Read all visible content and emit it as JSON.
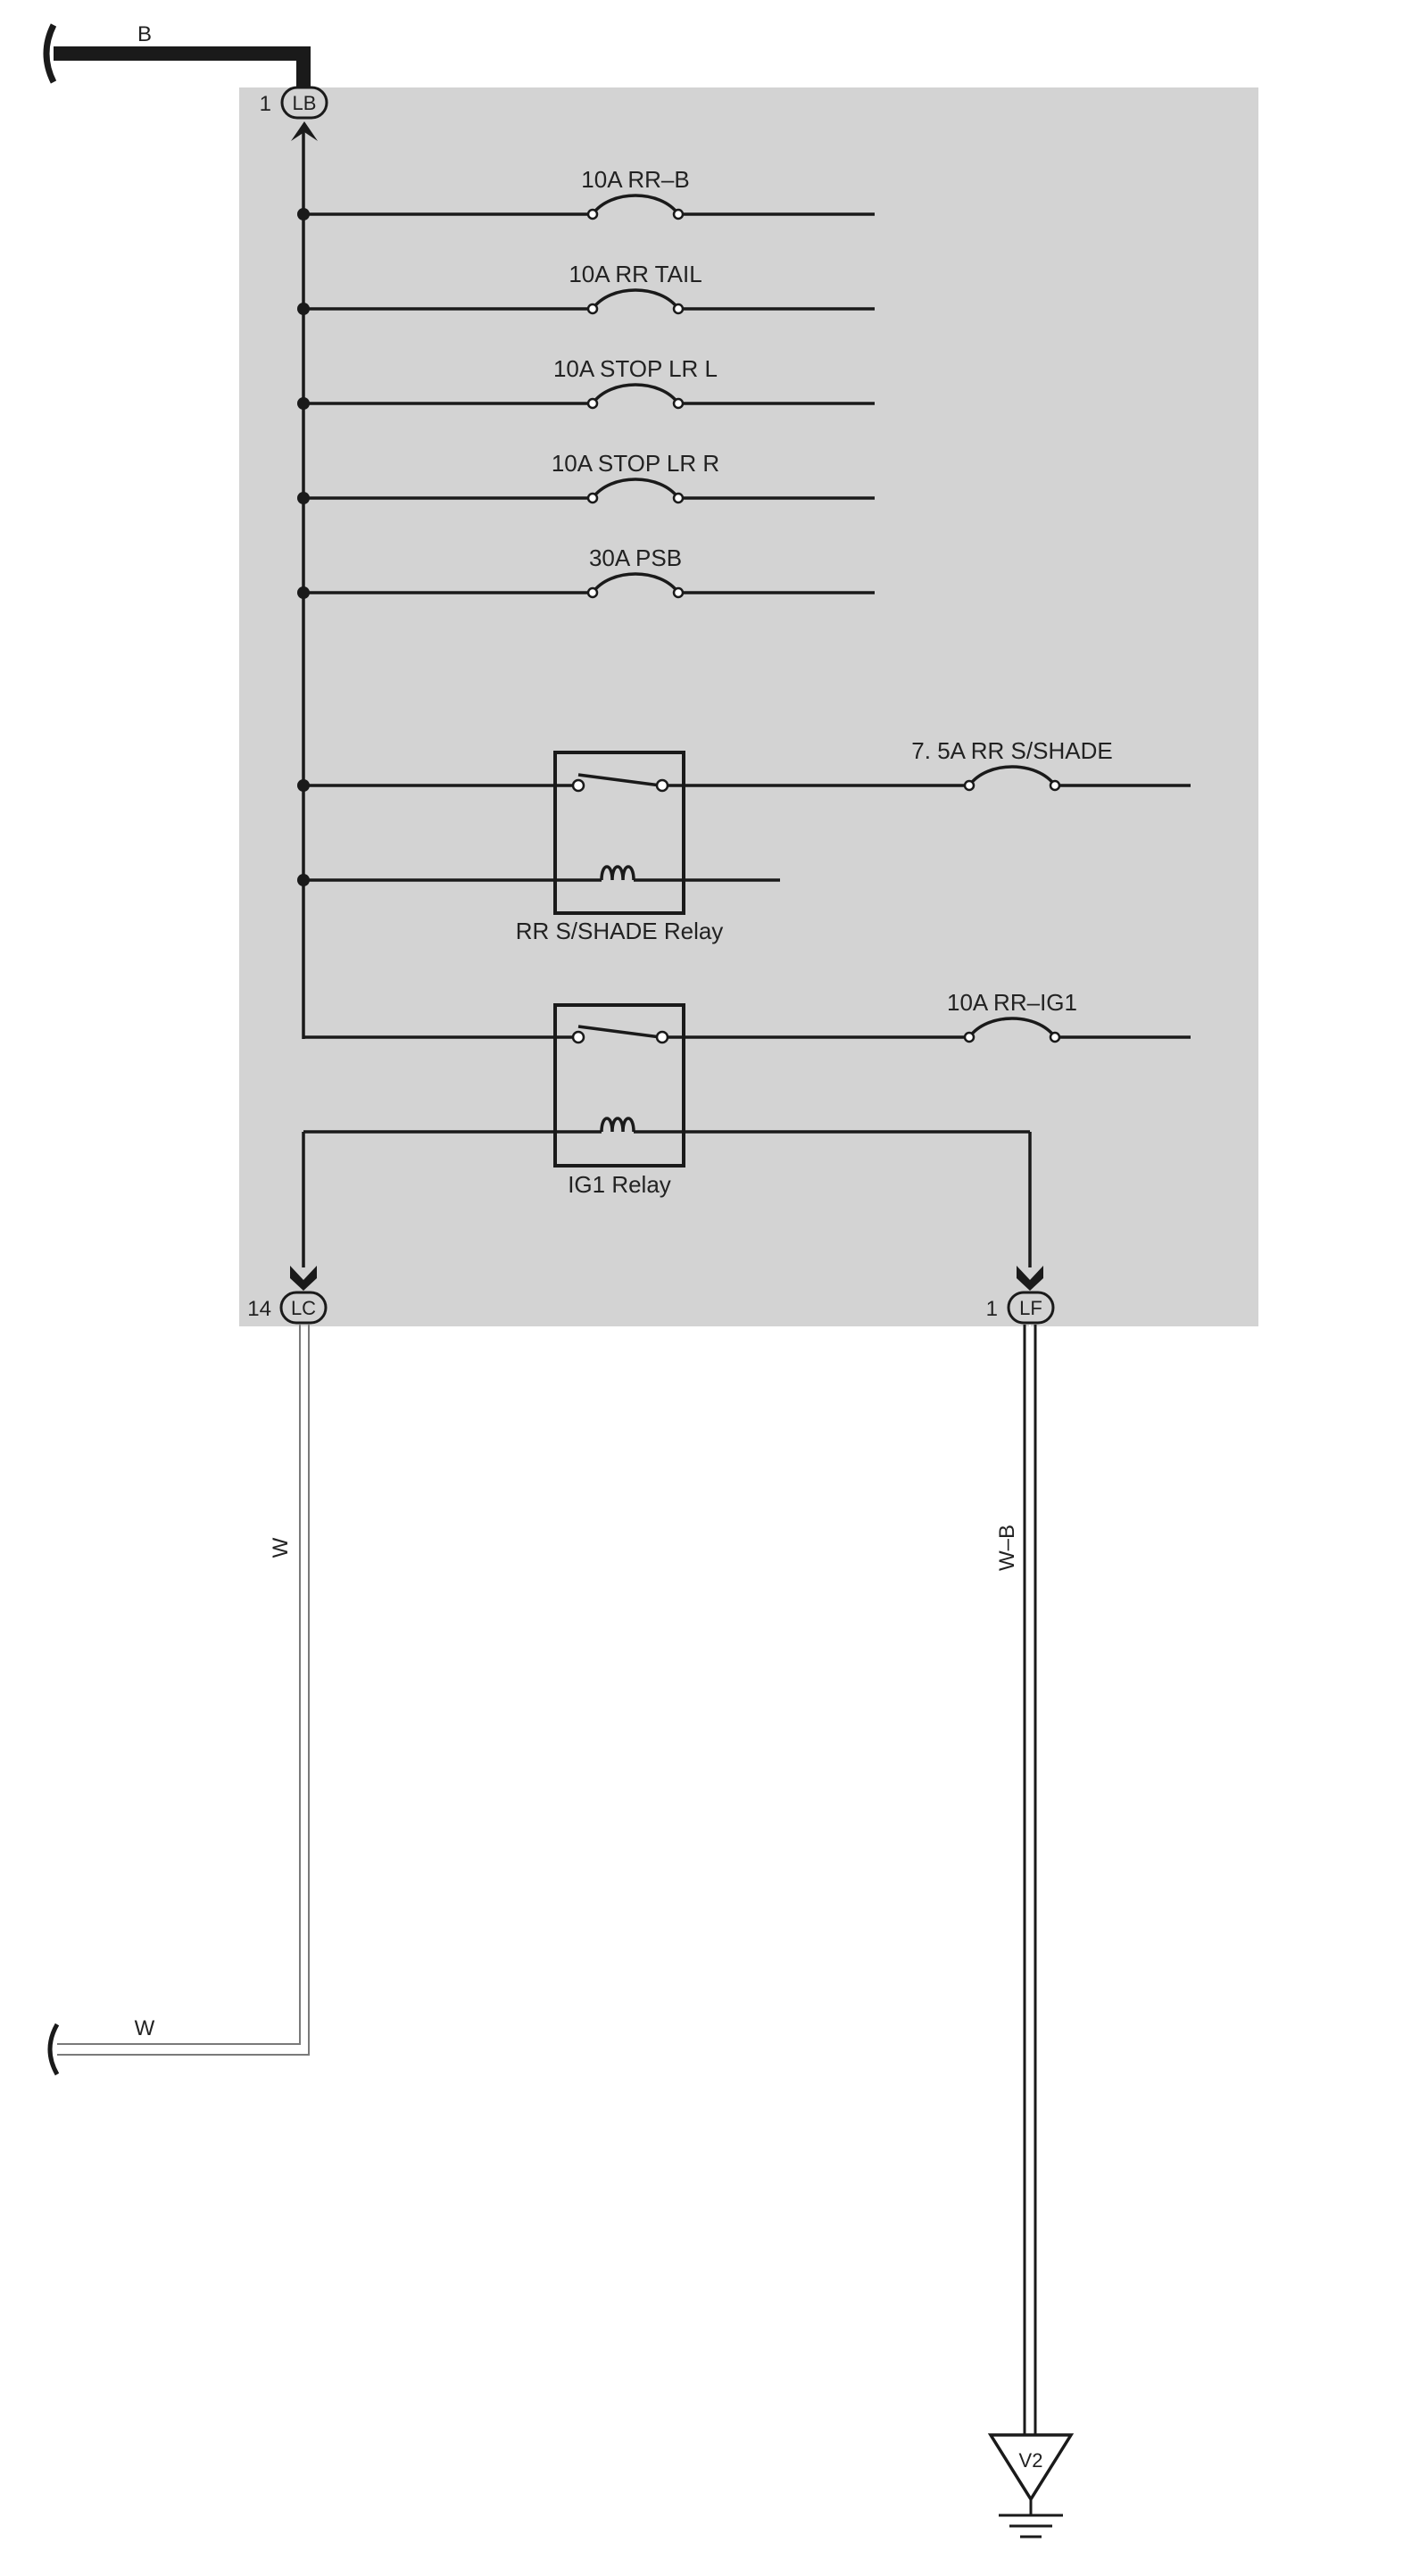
{
  "input_wire": {
    "color_code": "B"
  },
  "connectors": {
    "lb": {
      "pin": "1",
      "name": "LB"
    },
    "lc": {
      "pin": "14",
      "name": "LC"
    },
    "lf": {
      "pin": "1",
      "name": "LF"
    }
  },
  "fuses": [
    {
      "label": "10A RR–B"
    },
    {
      "label": "10A RR TAIL"
    },
    {
      "label": "10A STOP LR L"
    },
    {
      "label": "10A STOP LR R"
    },
    {
      "label": "30A PSB"
    }
  ],
  "relays": {
    "shade": {
      "name": "RR S/SHADE Relay",
      "fuse": "7. 5A RR S/SHADE"
    },
    "ig1": {
      "name": "IG1 Relay",
      "fuse": "10A RR–IG1"
    }
  },
  "wires": {
    "lc_vertical": "W",
    "lc_horizontal": "W",
    "lf_vertical": "W–B"
  },
  "ground": {
    "name": "V2"
  },
  "colors": {
    "junction_block": "#d3d3d3",
    "wire_black": "#1a1a1a",
    "wire_white_outline": "#7a7a7a"
  }
}
